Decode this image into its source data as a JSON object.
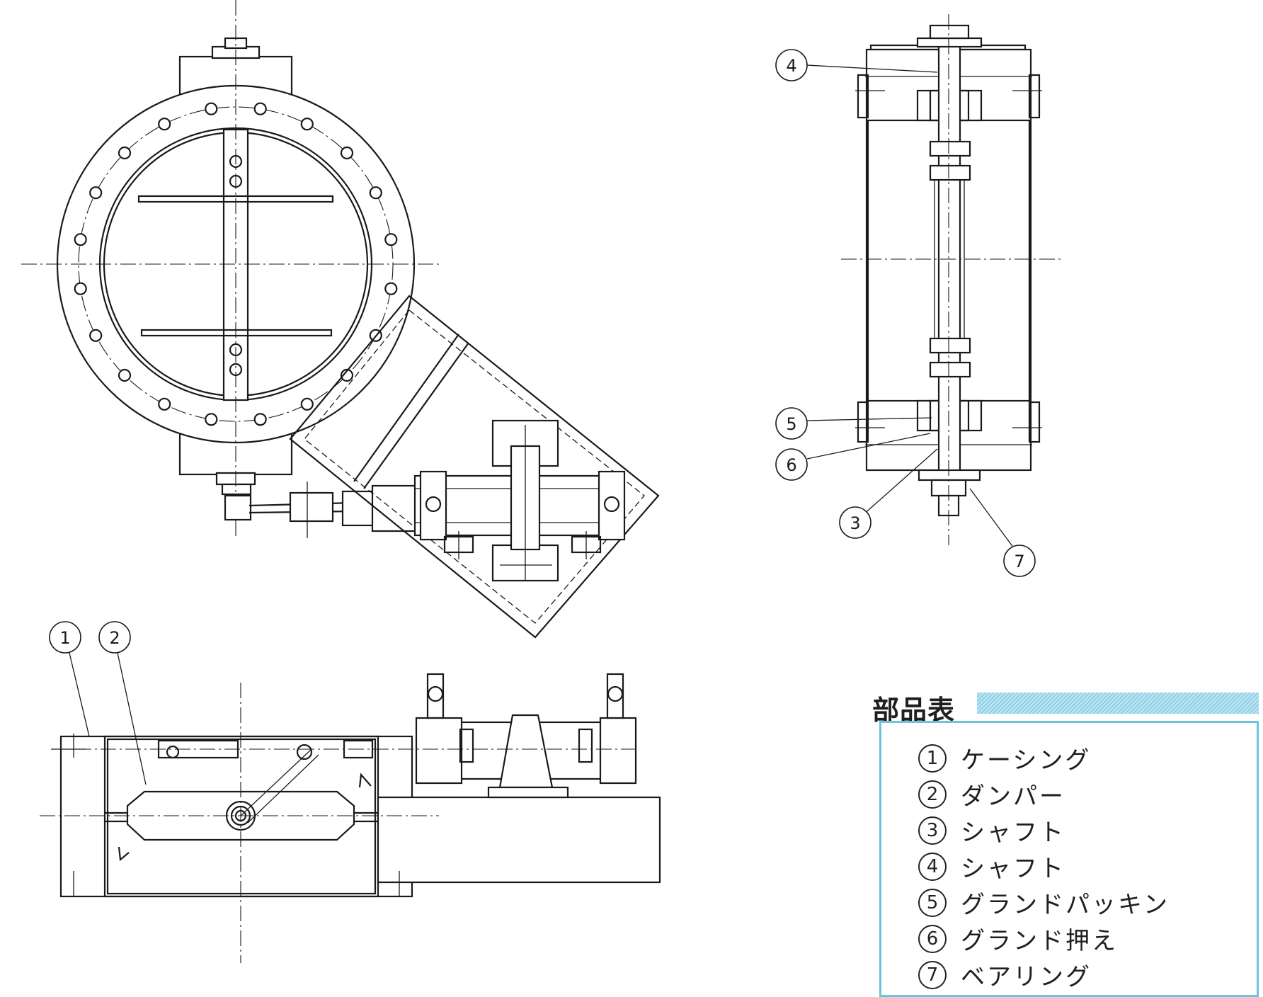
{
  "callouts": {
    "c1": "1",
    "c2": "2",
    "c3": "3",
    "c4": "4",
    "c5": "5",
    "c6": "6",
    "c7": "7"
  },
  "parts_table": {
    "title": "部品表",
    "rows": [
      {
        "no": "1",
        "name": "ケーシング"
      },
      {
        "no": "2",
        "name": "ダンパー"
      },
      {
        "no": "3",
        "name": "シャフト"
      },
      {
        "no": "4",
        "name": "シャフト"
      },
      {
        "no": "5",
        "name": "グランドパッキン"
      },
      {
        "no": "6",
        "name": "グランド押え"
      },
      {
        "no": "7",
        "name": "ベアリング"
      }
    ]
  },
  "colors": {
    "line": "#1a1a1a",
    "table_border": "#6cc4e0",
    "header_bar": "#bfe6f2"
  }
}
